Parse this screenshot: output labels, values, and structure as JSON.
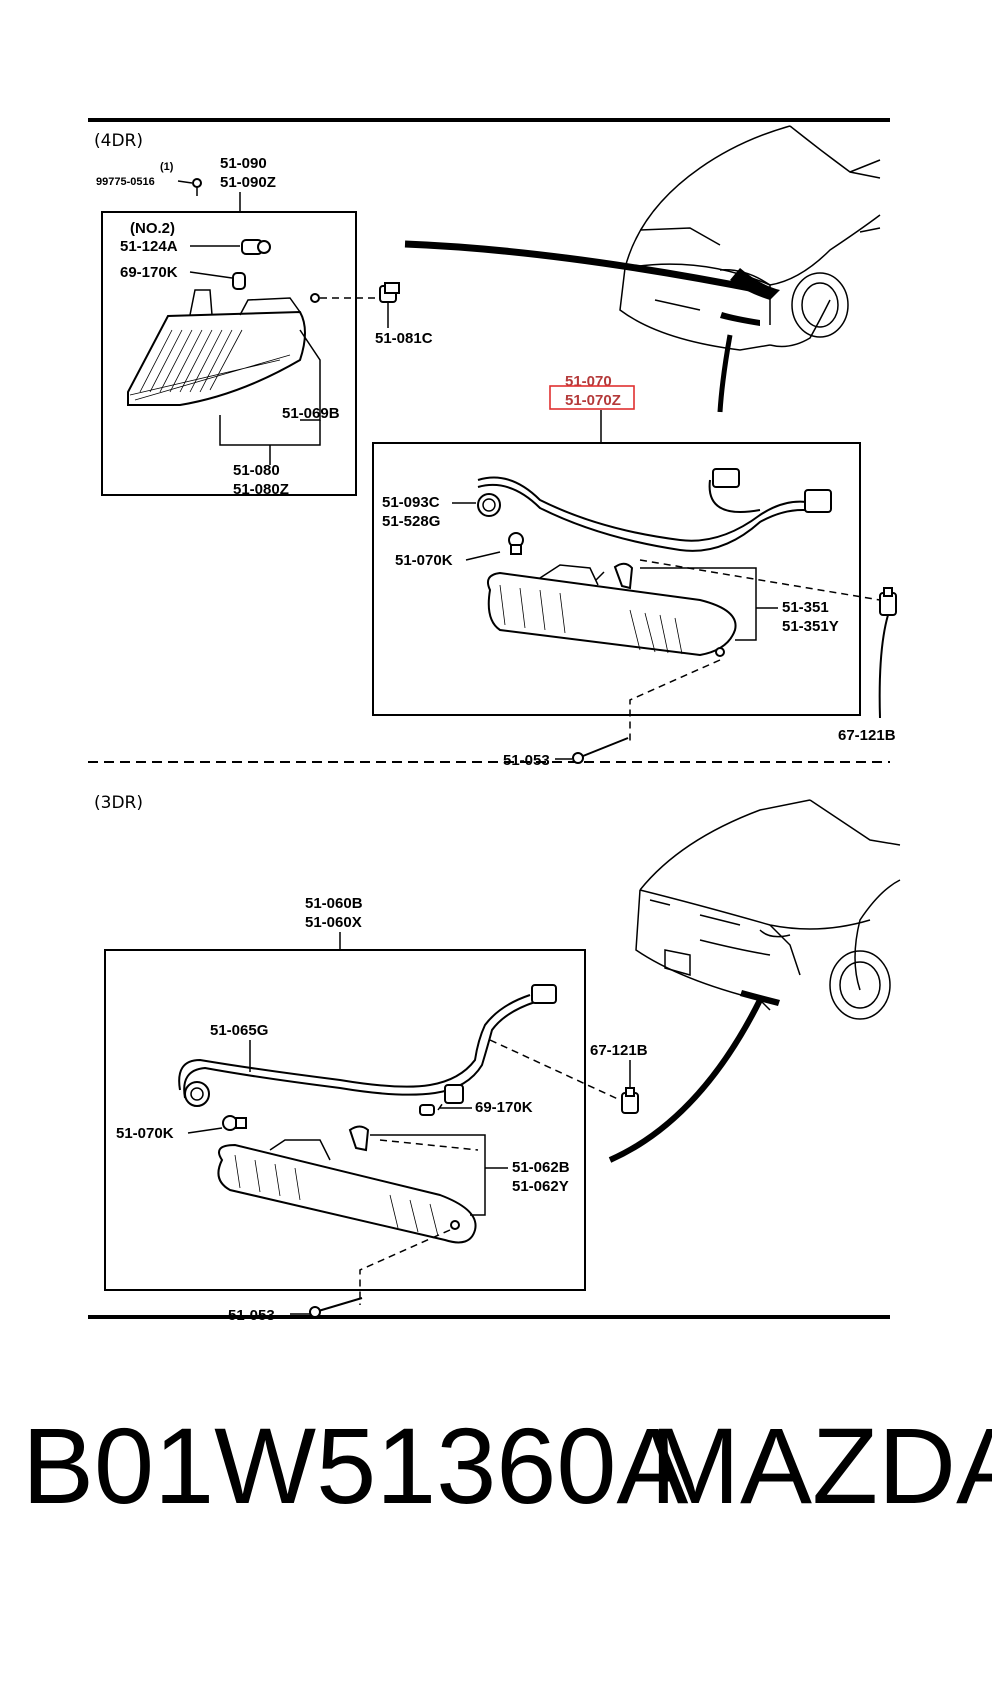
{
  "sections": {
    "four_door": "(4DR)",
    "three_door": "(3DR)"
  },
  "labels_4dr": {
    "qty": "(1)",
    "screw": "99775-0516",
    "lamp_assy_top_1": "51-090",
    "lamp_assy_top_2": "51-090Z",
    "no2": "(NO.2)",
    "socket": "51-124A",
    "bulb": "69-170K",
    "clip": "51-081C",
    "gasket": "51-069B",
    "lens_1": "51-080",
    "lens_2": "51-080Z",
    "fog_assy_1": "51-070",
    "fog_assy_2": "51-070Z",
    "fog_socket_1": "51-093C",
    "fog_socket_2": "51-528G",
    "fog_bulb": "51-070K",
    "fog_lens_1": "51-351",
    "fog_lens_2": "51-351Y",
    "connector": "67-121B",
    "bolt": "51-053"
  },
  "labels_3dr": {
    "assy_1": "51-060B",
    "assy_2": "51-060X",
    "harness": "51-065G",
    "connector": "67-121B",
    "bulb_small": "69-170K",
    "bulb": "51-070K",
    "lens_1": "51-062B",
    "lens_2": "51-062Y",
    "bolt": "51-053"
  },
  "highlight_color": "#e03030",
  "footer": {
    "part_number": "B01W51360A",
    "brand": "MAZDA"
  }
}
